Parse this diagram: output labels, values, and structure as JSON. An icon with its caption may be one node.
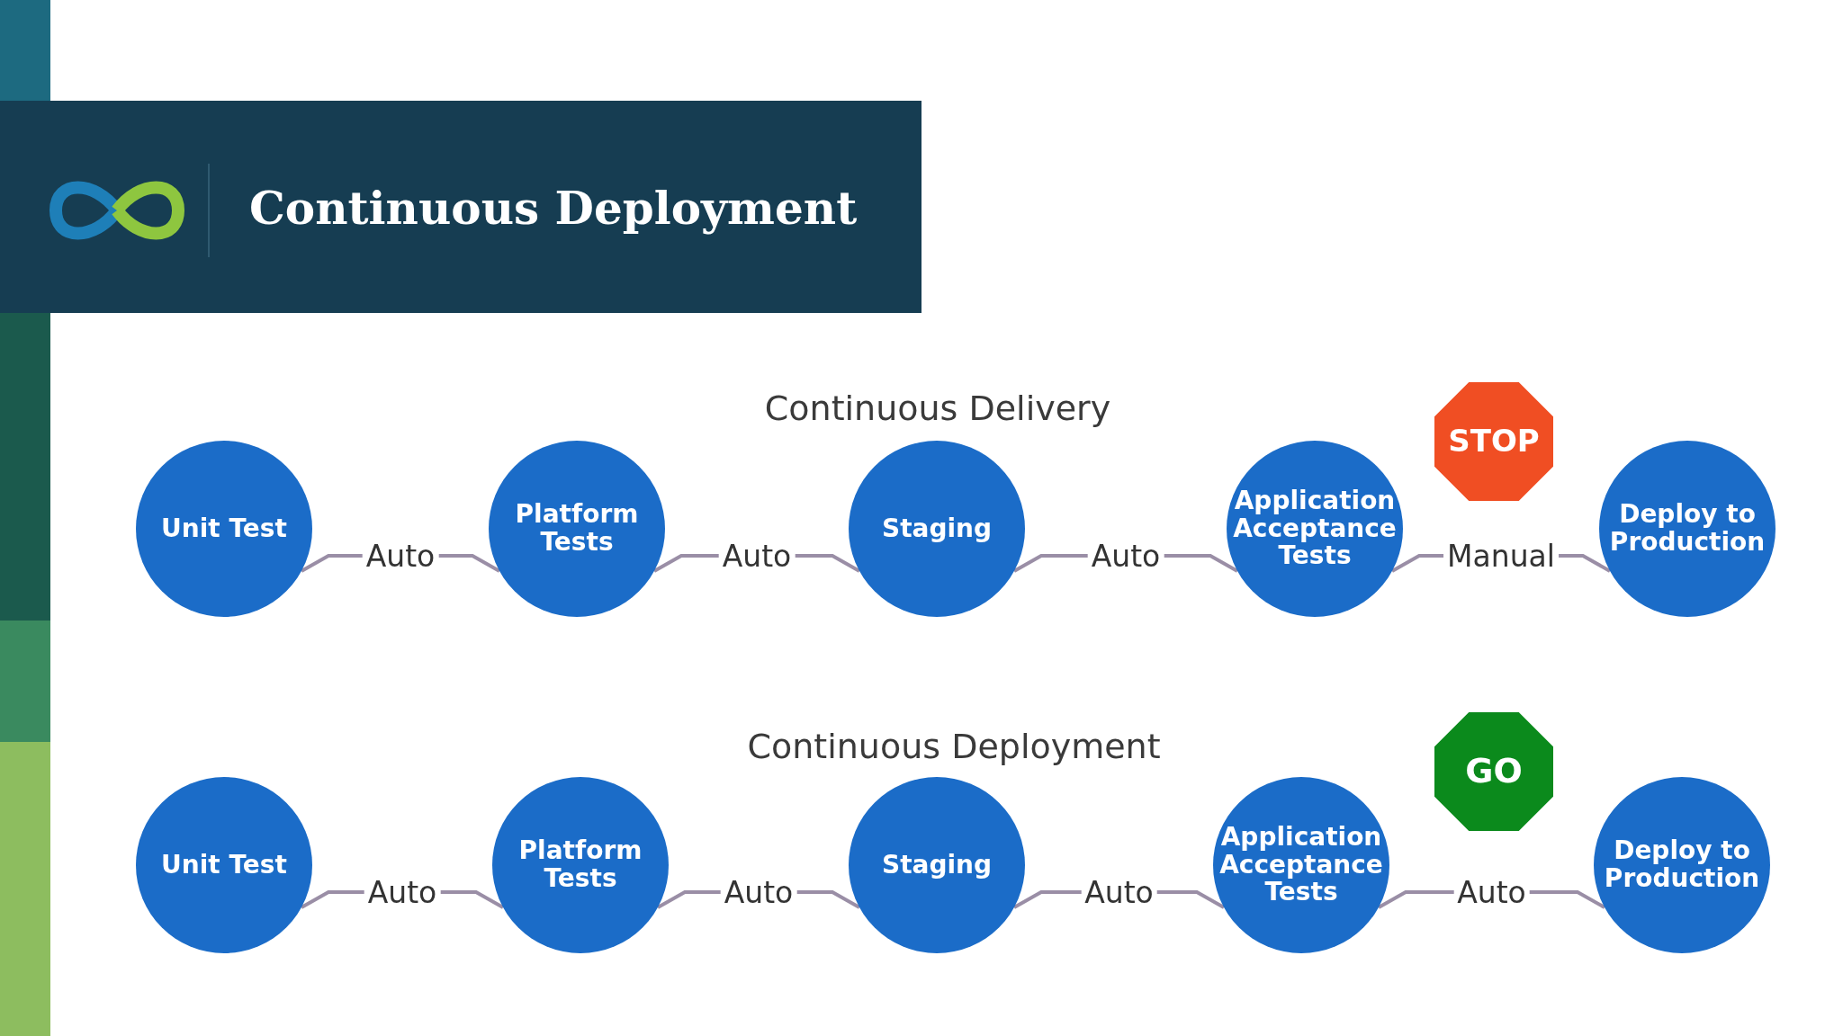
{
  "diagram": {
    "title": "Continuous Deployment",
    "nodes": [
      {
        "text": [
          "STOP"
        ]
      },
      {
        "text": [
          "Unit Test"
        ]
      },
      {
        "text": [
          "Platform Tests"
        ]
      },
      {
        "text": [
          "Staging"
        ]
      },
      {
        "text": [
          "Application Acceptance Tests"
        ]
      },
      {
        "text": [
          "Deploy to Production"
        ]
      },
      {
        "text": [
          "GO"
        ]
      },
      {
        "text": [
          "Unit Test"
        ]
      },
      {
        "text": [
          "Platform Tests"
        ]
      },
      {
        "text": [
          "Staging"
        ]
      },
      {
        "text": [
          "Application Acceptance Tests"
        ]
      },
      {
        "text": [
          "Deploy to Production"
        ]
      }
    ],
    "edges": [
      {
        "from": 1,
        "to": 2,
        "arrow": "none",
        "label": "Auto"
      },
      {
        "from": 2,
        "to": 3,
        "arrow": "none",
        "label": "Auto"
      },
      {
        "from": 3,
        "to": 4,
        "arrow": "none",
        "label": "Auto"
      },
      {
        "from": 4,
        "to": 5,
        "arrow": "none",
        "label": "Manual"
      },
      {
        "from": 7,
        "to": 8,
        "arrow": "none",
        "label": "Auto"
      },
      {
        "from": 8,
        "to": 9,
        "arrow": "none",
        "label": "Auto"
      },
      {
        "from": 9,
        "to": 10,
        "arrow": "none",
        "label": "Auto"
      },
      {
        "from": 10,
        "to": 11,
        "arrow": "none",
        "label": "Auto"
      }
    ],
    "labels": [
      "Continuous Delivery",
      "Continuous Deployment"
    ]
  }
}
